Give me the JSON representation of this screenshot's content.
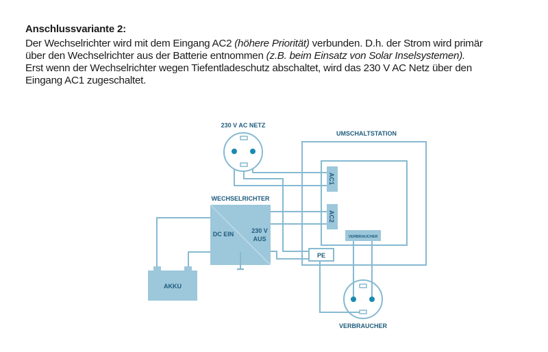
{
  "heading": "Anschlussvariante 2:",
  "paragraph": {
    "l1a": "Der Wechselrichter wird mit dem Eingang AC2 ",
    "l1b": "(höhere Priorität)",
    "l1c": " verbunden. D.h. der Strom wird primär",
    "l2a": "über den Wechselrichter aus der Batterie entnommen ",
    "l2b": "(z.B. beim Einsatz von Solar Inselsystemen).",
    "l3": "Erst wenn der Wechselrichter wegen Tiefentladeschutz abschaltet, wird das 230 V AC Netz über den",
    "l4": "Eingang AC1 zugeschaltet."
  },
  "diagram": {
    "grid_socket": "230 V AC NETZ",
    "switch_station": "UMSCHALTSTATION",
    "ac1": "AC1",
    "ac2": "AC2",
    "inverter": "WECHSELRICHTER",
    "dc_in": "DC EIN",
    "ac_out_1": "230 V",
    "ac_out_2": "AUS",
    "consumer_port": "VERBRAUCHER",
    "pe": "PE",
    "battery": "AKKU",
    "consumer": "VERBRAUCHER",
    "colors": {
      "line": "#86b9d1",
      "fill": "#9dc7db",
      "text": "#1f5b7c",
      "pin": "#1a8ab3"
    }
  }
}
